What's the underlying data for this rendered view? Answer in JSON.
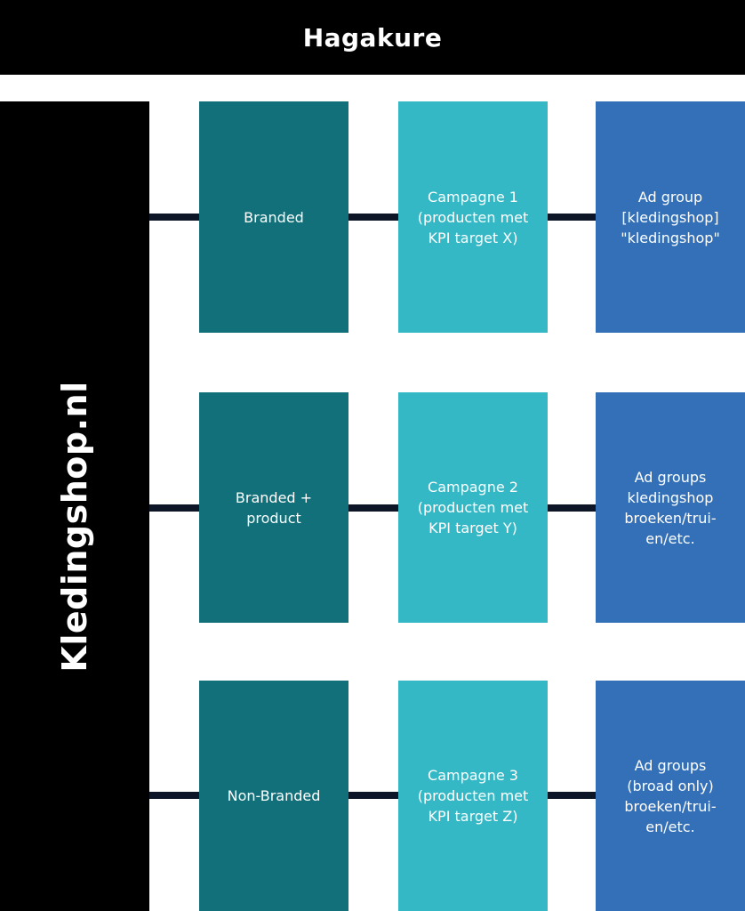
{
  "header": {
    "title": "Hagakure"
  },
  "sidebar": {
    "label": "Kledingshop.nl"
  },
  "colors": {
    "background": "#ffffff",
    "header": "#000000",
    "sidebar": "#000000",
    "connector": "#0d1626",
    "segment_box": "#12707a",
    "campaign_box": "#35b8c5",
    "adgroup_box": "#3470b8",
    "text": "#ffffff"
  },
  "rows": [
    {
      "segment": "Branded",
      "campaign": "Campagne 1\n(producten met\nKPI target X)",
      "adgroup": "Ad group\n[kledingshop]\n\"kledingshop\""
    },
    {
      "segment": "Branded +\nproduct",
      "campaign": "Campagne 2\n(producten met\nKPI target Y)",
      "adgroup": "Ad groups\nkledingshop\nbroeken/trui-\nen/etc."
    },
    {
      "segment": "Non-Branded",
      "campaign": "Campagne 3\n(producten met\nKPI target Z)",
      "adgroup": "Ad groups\n(broad only)\nbroeken/trui-\nen/etc."
    }
  ]
}
